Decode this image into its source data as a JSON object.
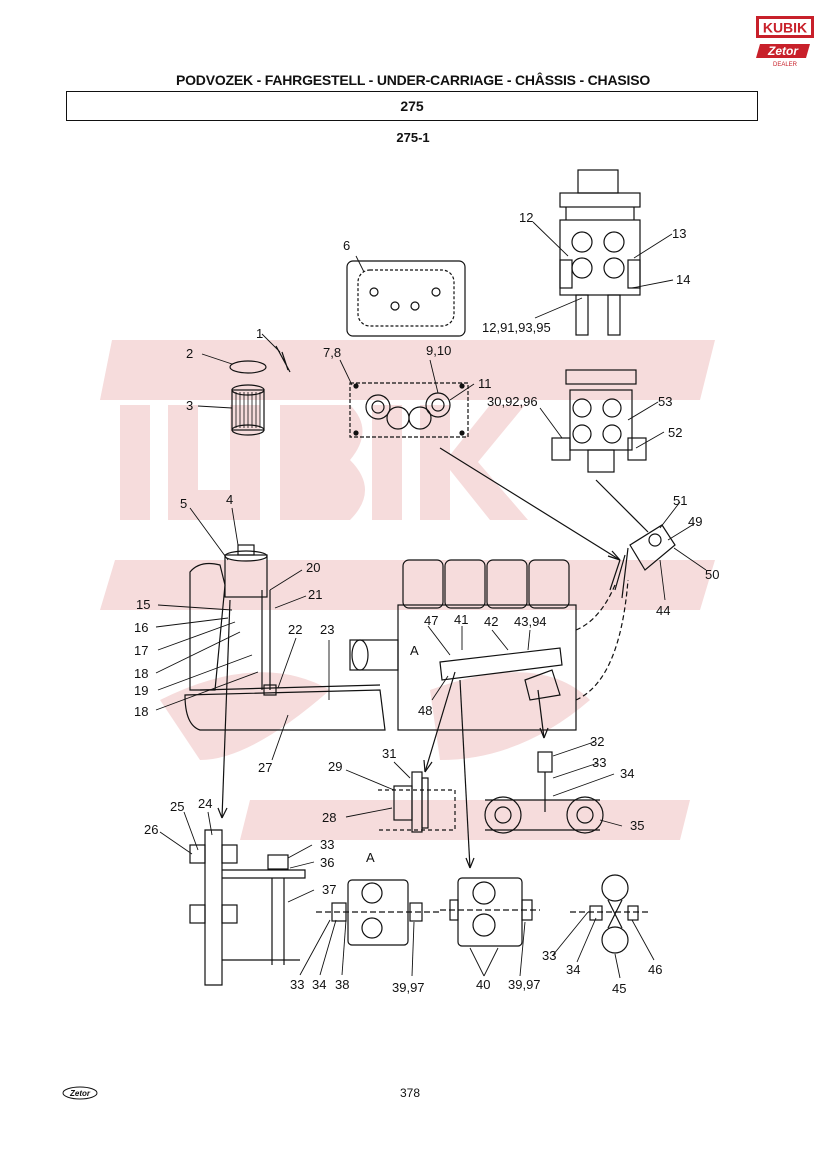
{
  "header": {
    "title": "PODVOZEK - FAHRGESTELL - UNDER-CARRIAGE - CHÂSSIS - CHASISO",
    "section_number": "275",
    "figure_id": "275-1"
  },
  "logo": {
    "wordmark": "KUBIK",
    "sub": "Zetor",
    "sub_small": "DEALER"
  },
  "footer": {
    "page_number": "378",
    "logo_text": "Zetor"
  },
  "colors": {
    "brand_red": "#c8202a",
    "watermark": "#f6dcdc",
    "line": "#111111"
  },
  "callouts": {
    "c1": "1",
    "c2": "2",
    "c3": "3",
    "c4": "4",
    "c5": "5",
    "c6": "6",
    "c78": "7,8",
    "c910": "9,10",
    "c11": "11",
    "c12": "12",
    "c13": "13",
    "c14": "14",
    "c12_91_93_95": "12,91,93,95",
    "c15": "15",
    "c16": "16",
    "c17": "17",
    "c18a": "18",
    "c18b": "18",
    "c19": "19",
    "c20": "20",
    "c21": "21",
    "c22": "22",
    "c23": "23",
    "c24": "24",
    "c25": "25",
    "c26": "26",
    "c27": "27",
    "c28": "28",
    "c29": "29",
    "c30_92_96": "30,92,96",
    "c31": "31",
    "c32": "32",
    "c33a": "33",
    "c33b": "33",
    "c33c": "33",
    "c33d": "33",
    "c34a": "34",
    "c34b": "34",
    "c34c": "34",
    "c35": "35",
    "c36": "36",
    "c37": "37",
    "c38": "38",
    "c39_97a": "39,97",
    "c39_97b": "39,97",
    "c40": "40",
    "c41": "41",
    "c42": "42",
    "c43_94": "43,94",
    "c44": "44",
    "c45": "45",
    "c46": "46",
    "c47": "47",
    "c48": "48",
    "c49": "49",
    "c50": "50",
    "c51": "51",
    "c52": "52",
    "c53": "53",
    "cA1": "A",
    "cA2": "A"
  }
}
